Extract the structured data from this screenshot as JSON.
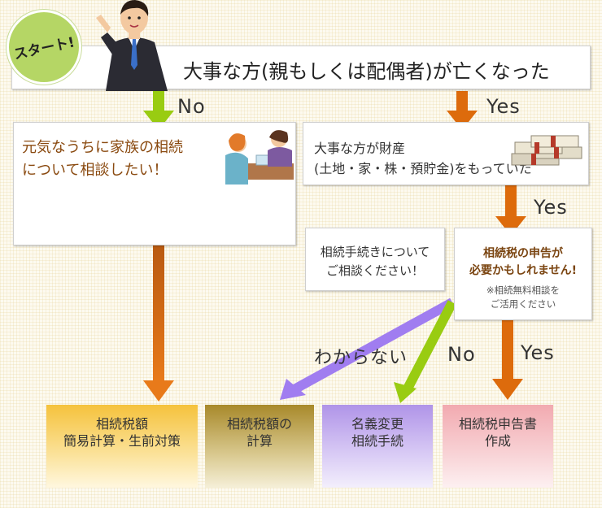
{
  "start_badge": "スタート!",
  "question_main": "大事な方(親もしくは配偶者)が亡くなった",
  "branch_labels": {
    "no_main": "No",
    "yes_main": "Yes",
    "yes_property": "Yes",
    "unknown": "わからない",
    "no_tax": "No",
    "yes_tax": "Yes"
  },
  "consult_alive": {
    "line1": "元気なうちに家族の相続",
    "line2": "について相談したい！"
  },
  "property_question": {
    "line1": "大事な方が財産",
    "line2": "(土地・家・株・預貯金)をもっていた"
  },
  "procedure_consult": {
    "line1": "相続手続きについて",
    "line2": "ご相談ください！"
  },
  "tax_declaration": {
    "line1": "相続税の申告が",
    "line2": "必要かもしれません!",
    "note1": "※相続無料相談を",
    "note2": "ご活用ください"
  },
  "results": [
    {
      "line1": "相続税額",
      "line2": "簡易計算・生前対策"
    },
    {
      "line1": "相続税額の",
      "line2": "計算"
    },
    {
      "line1": "名義変更",
      "line2": "相続手続"
    },
    {
      "line1": "相続税申告書",
      "line2": "作成"
    }
  ],
  "colors": {
    "no_arrow": "#99cc11",
    "yes_arrow": "#dd6b0c",
    "unknown_arrow": "#a07df0",
    "result1": "#f5c23c",
    "result2": "#a8892a",
    "result3": "#b094e8",
    "result4": "#f2aab0"
  }
}
